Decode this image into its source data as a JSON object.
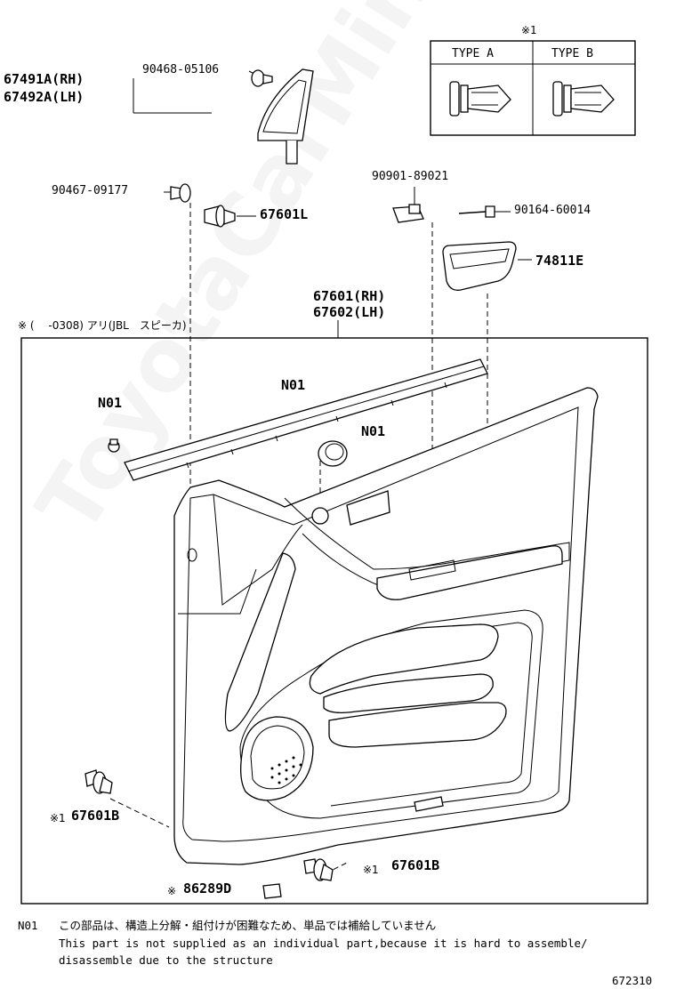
{
  "watermark": "ToyotaCarMine.ru",
  "labels": {
    "p67491a": "67491A(RH)",
    "p67492a": "67492A(LH)",
    "p90468": "90468-05106",
    "p90467": "90467-09177",
    "p67601l": "67601L",
    "p90901": "90901-89021",
    "p90164": "90164-60014",
    "p74811e": "74811E",
    "p67601rh": "67601(RH)",
    "p67602lh": "67602(LH)",
    "n01_left": "N01",
    "n01_top": "N01",
    "n01_right": "N01",
    "p67601b_left": "67601B",
    "p67601b_right": "67601B",
    "p86289d": "86289D",
    "mark_ref1_left": "※1",
    "mark_ref1_right": "※1",
    "mark_86289": "※",
    "frame_note": "※ (　 -0308) アリ(JBL　スピーカ)"
  },
  "type_table": {
    "ref": "※1",
    "col_a": "TYPE A",
    "col_b": "TYPE B"
  },
  "footnote": {
    "code": "N01",
    "jp": "この部品は、構造上分解・組付けが困難なため、単品では補給していません",
    "en1": "This part is not supplied as an individual part,because it is hard to assemble/",
    "en2": "disassemble due to the structure"
  },
  "illustration_number": "672310"
}
